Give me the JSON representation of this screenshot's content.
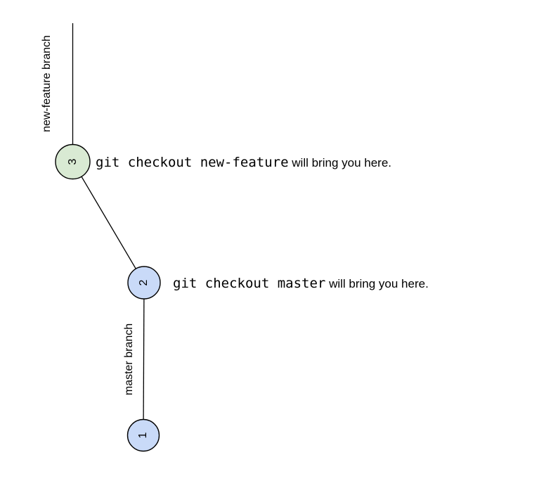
{
  "diagram": {
    "background_color": "#ffffff",
    "line_color": "#000000",
    "branches": [
      {
        "label": "new-feature branch"
      },
      {
        "label": "master branch"
      }
    ],
    "nodes": [
      {
        "label": "3",
        "fill": "#d9ead3"
      },
      {
        "label": "2",
        "fill": "#c9daf8"
      },
      {
        "label": "1",
        "fill": "#c9daf8"
      }
    ],
    "annotations": [
      {
        "command": "git checkout new-feature",
        "suffix": " will bring you here."
      },
      {
        "command": "git checkout master",
        "suffix": " will bring you here."
      }
    ]
  }
}
